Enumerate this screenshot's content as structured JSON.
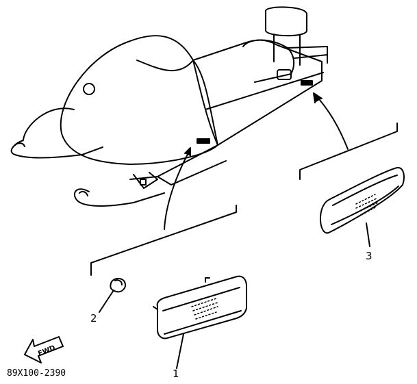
{
  "callouts": {
    "part1": "1",
    "part2": "2",
    "part3": "3"
  },
  "fwd_arrow": {
    "label": "FWD",
    "icon": "forward-arrow-icon"
  },
  "drawing_code": "89X100-2390",
  "colors": {
    "ink": "#000000",
    "paper": "#ffffff"
  }
}
